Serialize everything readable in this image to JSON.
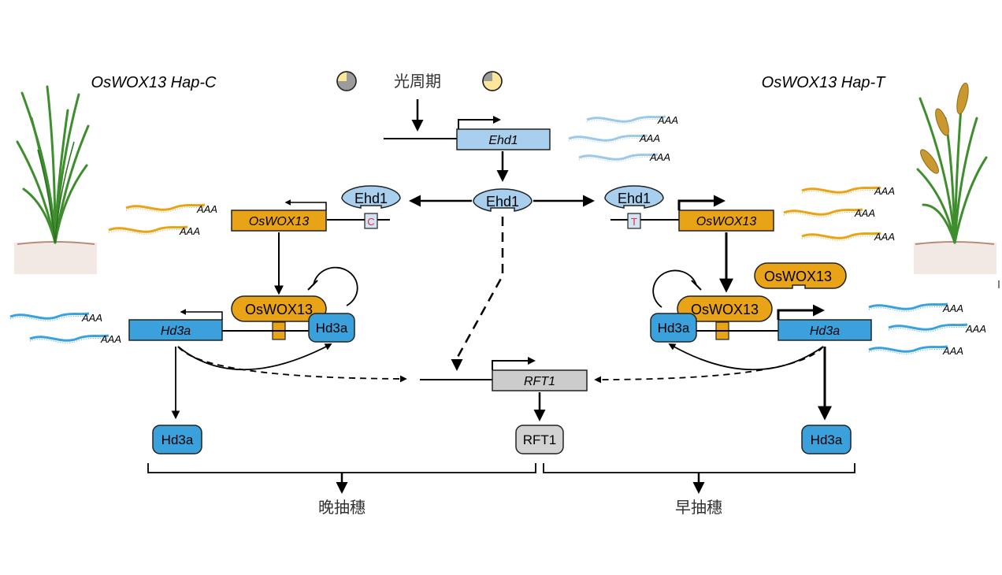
{
  "haplotypes": {
    "left": "OsWOX13 Hap-C",
    "right": "OsWOX13 Hap-T"
  },
  "photoperiod_label": "光周期",
  "genes": {
    "ehd1": "Ehd1",
    "oswox13": "OsWOX13",
    "hd3a": "Hd3a",
    "rft1": "RFT1"
  },
  "proteins": {
    "ehd1": "Ehd1",
    "oswox13": "OsWOX13",
    "hd3a": "Hd3a",
    "rft1": "RFT1"
  },
  "snp": {
    "left": "C",
    "right": "T"
  },
  "polyA": "AAA",
  "outcomes": {
    "late": "晚抽穗",
    "early": "早抽穗"
  },
  "colors": {
    "ehd1_fill": "#a9cfee",
    "oswox13_fill": "#e8a317",
    "hd3a_fill": "#3aa1dc",
    "rft1_fill": "#cccccc",
    "snp_text": "#e0313a",
    "mrna_gold": "#e8a317",
    "mrna_blue": "#3aa1dc",
    "mrna_light": "#9dc8e6"
  },
  "icons": [
    "clock-icon-short-day",
    "clock-icon-long-day",
    "rice-plant-vegetative-icon",
    "rice-plant-heading-icon"
  ]
}
